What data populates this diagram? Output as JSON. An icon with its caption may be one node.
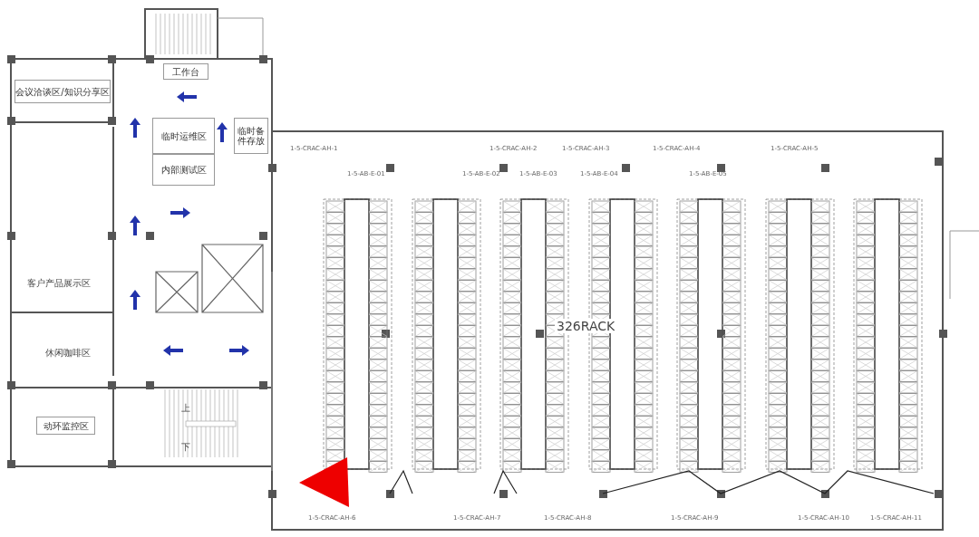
{
  "diagram": {
    "nodes": [
      {
        "text": [
          "会议洽谈区/知识分享区"
        ]
      },
      {
        "text": [
          "工作台"
        ]
      },
      {
        "text": [
          "临时运维区"
        ]
      },
      {
        "text": [
          "内部测试区"
        ]
      },
      {
        "text": [
          "临时备件存放"
        ]
      },
      {
        "text": [
          "动环监控区"
        ]
      }
    ],
    "labels": [
      "客户产品展示区",
      "休闲咖啡区",
      "上",
      "下",
      "1-5-CRAC-AH-1",
      "1-5-CRAC-AH-2",
      "1-5-CRAC-AH-3",
      "1-5-CRAC-AH-4",
      "1-5-CRAC-AH-5",
      "1-5-AB-E-01",
      "1-5-AB-E-02",
      "1-5-AB-E-03",
      "1-5-AB-E-04",
      "1-5-AB-E-05",
      "326RACK",
      "1-5-CRAC-AH-6",
      "1-5-CRAC-AH-7",
      "1-5-CRAC-AH-8",
      "1-5-CRAC-AH-9",
      "1-5-CRAC-AH-10",
      "1-5-CRAC-AH-11"
    ]
  }
}
